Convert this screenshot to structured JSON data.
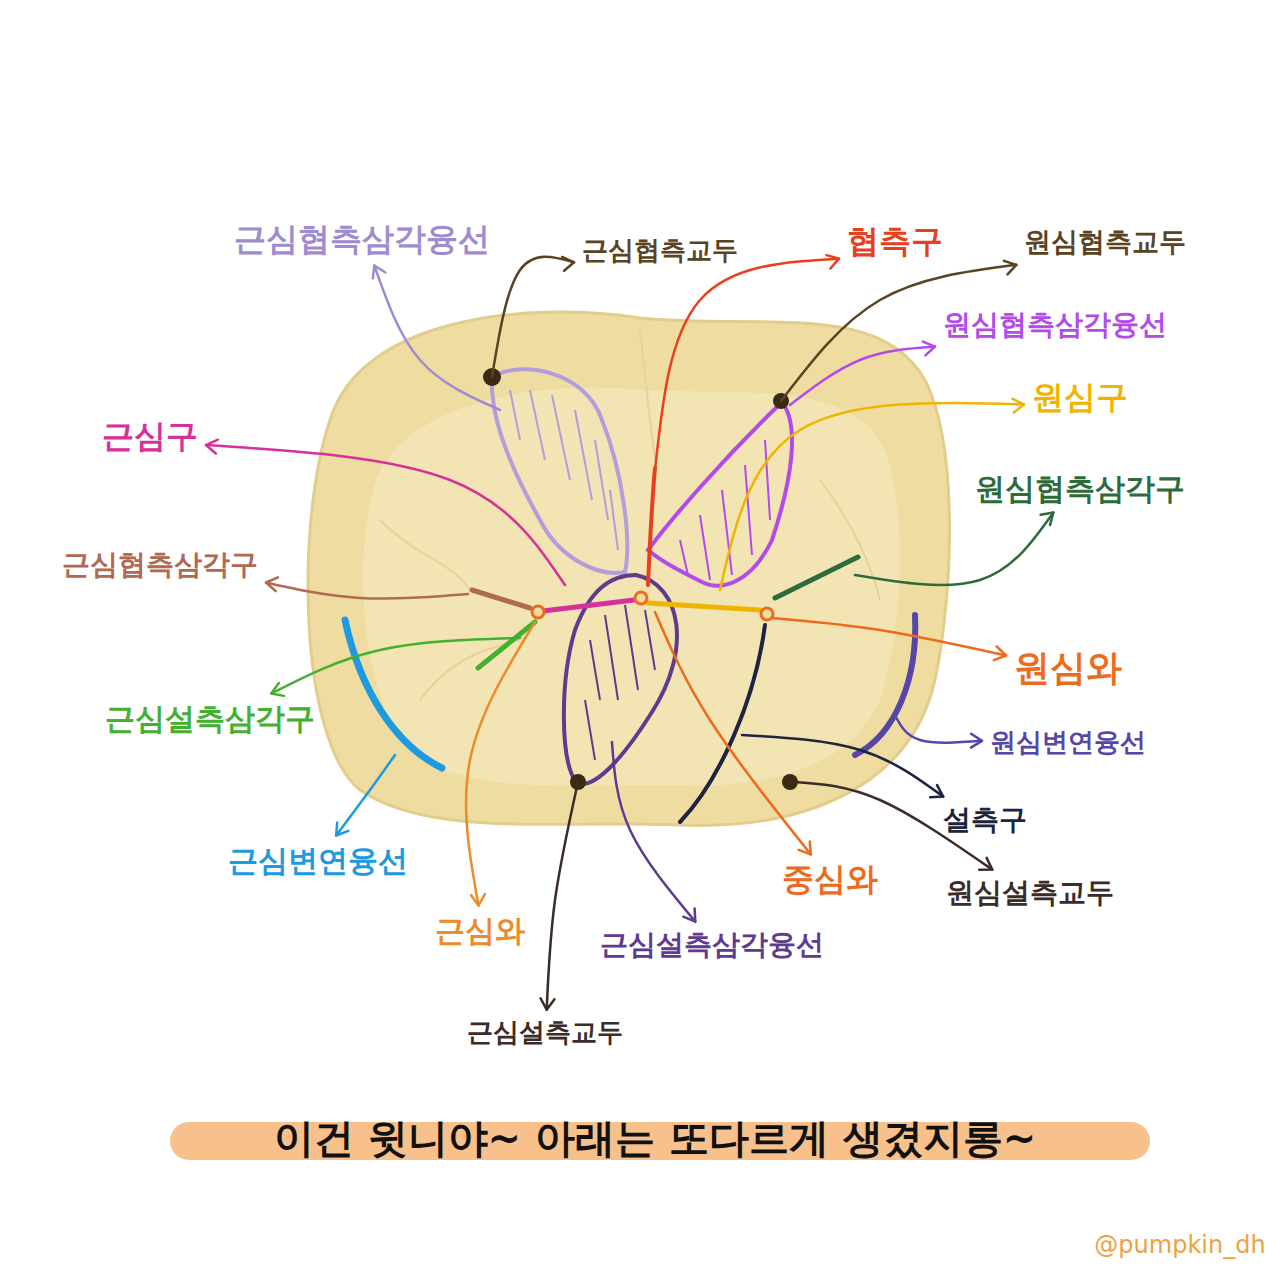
{
  "diagram": {
    "caption": "이건 윗니야~ 아래는 또다르게 생겼지롱~",
    "labels": [
      "근심협측삼각융선",
      "근심협측교두",
      "협측구",
      "원심협측교두",
      "원심협측삼각융선",
      "근심구",
      "원심구",
      "원심협측삼각구",
      "근심협측삼각구",
      "원심와",
      "근심설측삼각구",
      "원심변연융선",
      "근심변연융선",
      "설측구",
      "중심와",
      "원심설측교두",
      "근심와",
      "근심설측삼각융선",
      "근심설측교두",
      "@pumpkin_dh"
    ]
  }
}
